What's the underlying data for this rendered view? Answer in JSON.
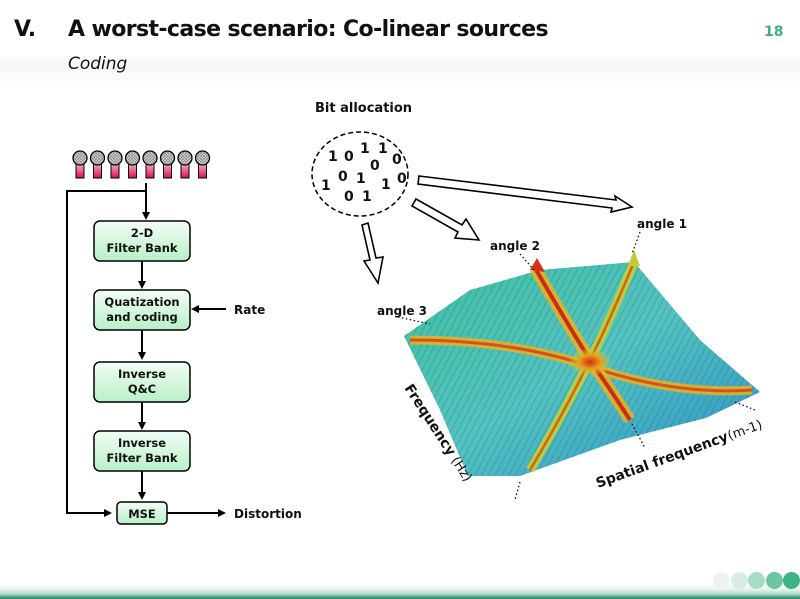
{
  "slide": {
    "section_number": "V.",
    "title": "A worst-case scenario: Co-linear sources",
    "subtitle": "Coding",
    "page_number": "18",
    "accent_color": "#3fae86"
  },
  "flowchart": {
    "sensor_count": 8,
    "boxes": [
      {
        "line1": "2-D",
        "line2": "Filter Bank"
      },
      {
        "line1": "Quatization",
        "line2": "and coding"
      },
      {
        "line1": "Inverse",
        "line2": "Q&C"
      },
      {
        "line1": "Inverse",
        "line2": "Filter Bank"
      },
      {
        "line1": "MSE",
        "line2": ""
      }
    ],
    "rate_label": "Rate",
    "distortion_label": "Distortion",
    "box_fill_top": "#f2fdf5",
    "box_fill_bottom": "#b8f0c8"
  },
  "bit_allocation": {
    "label": "Bit allocation",
    "bits": [
      "1",
      "0",
      "1",
      "1",
      "0",
      "0",
      "1",
      "0",
      "1",
      "1",
      "0",
      "0",
      "1"
    ]
  },
  "surface_plot": {
    "angle_labels": [
      "angle 1",
      "angle 2",
      "angle 3"
    ],
    "axis_frequency": "Frequency",
    "axis_frequency_unit": "(Hz)",
    "axis_spatial": "Spatial frequency",
    "axis_spatial_unit": "(m-1)"
  },
  "footer": {
    "dots": [
      "#edf3f2",
      "#d6ece4",
      "#a9dcc6",
      "#6cc6a0",
      "#3fb384"
    ]
  }
}
